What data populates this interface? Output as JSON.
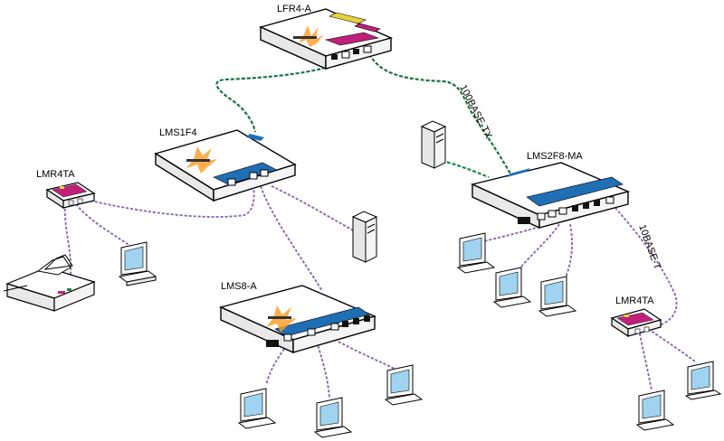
{
  "devices": {
    "lfr4a": "LFR4-A",
    "lms1f4": "LMS1F4",
    "lms2f8ma": "LMS2F8-MA",
    "lmr4ta_left": "LMR4TA",
    "lmr4ta_right": "LMR4TA",
    "lms8a": "LMS8-A"
  },
  "links": {
    "fiber": "100BASE-TX",
    "copper": "10BASE-T"
  },
  "colors": {
    "chassis": "#ffffff",
    "chassis_side": "#e8e8e8",
    "port_blue": "#1f6fb5",
    "port_black": "#111111",
    "cable_green": "#1a8a4a",
    "cable_blue": "#5566cc",
    "cable_red": "#cc5577",
    "screen": "#9fd3ef",
    "led_magenta": "#c0207a",
    "led_yellow": "#e8d23a"
  }
}
